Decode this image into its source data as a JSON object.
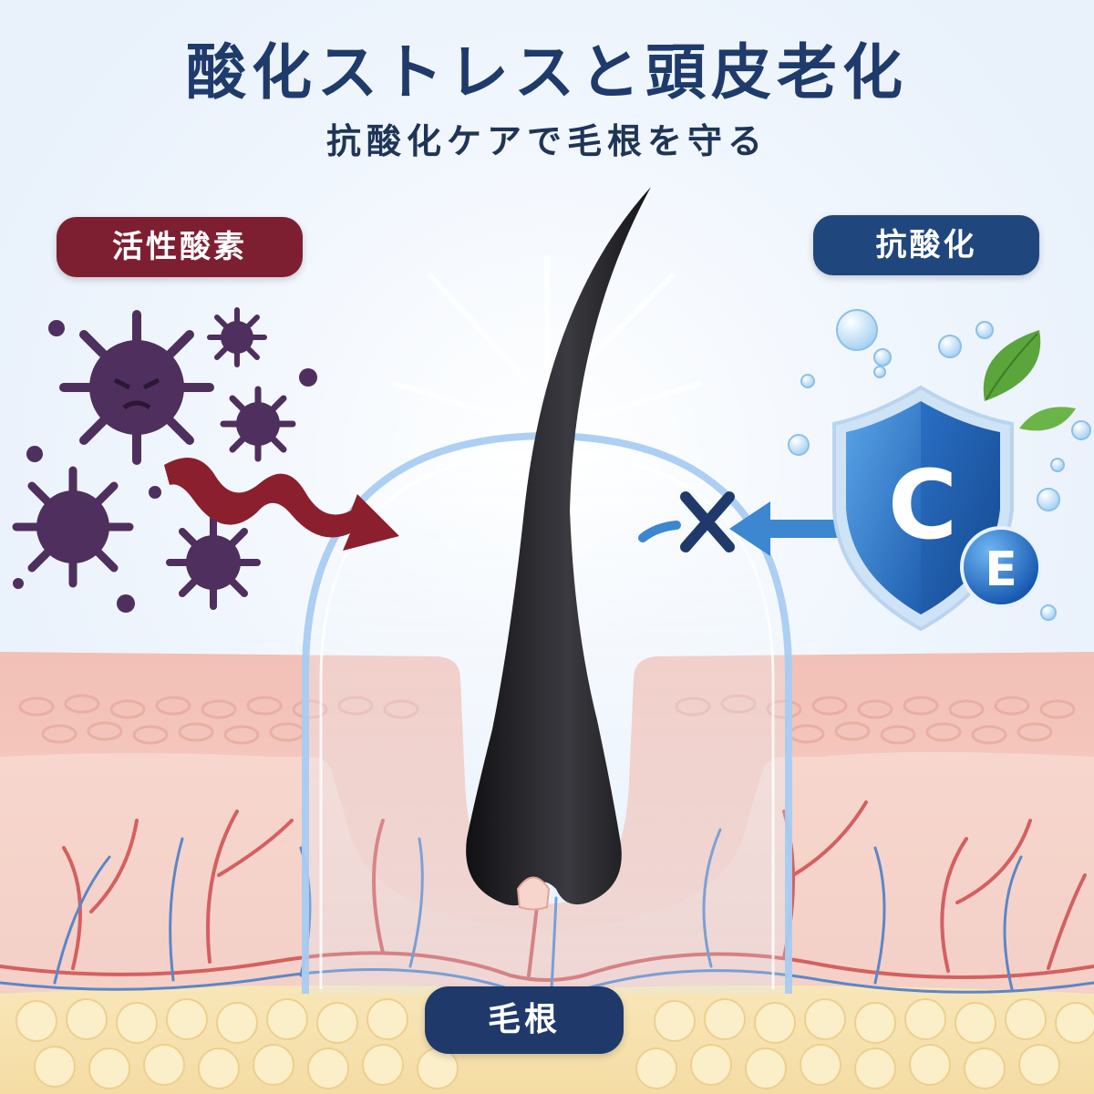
{
  "header": {
    "title": "酸化ストレスと頭皮老化",
    "subtitle": "抗酸化ケアで毛根を守る"
  },
  "labels": {
    "reactive_oxygen": "活性酸素",
    "antioxidant": "抗酸化",
    "hair_root": "毛根"
  },
  "shield": {
    "letter_main": "C",
    "letter_badge": "E"
  },
  "colors": {
    "title": "#1f3b6c",
    "ros_pill": "#7e1f31",
    "antioxidant_pill": "#20467e",
    "attack_arrow": "#8c1f2d",
    "protect_arrow": "#3d86d0",
    "virus": "#4e2f5d",
    "shield": "#2b6fc2",
    "hair": "#1c1c1f"
  },
  "icons": [
    "virus-icon",
    "attack-arrow-icon",
    "block-x-icon",
    "shield-icon",
    "leaf-icon",
    "bubble-icon"
  ]
}
